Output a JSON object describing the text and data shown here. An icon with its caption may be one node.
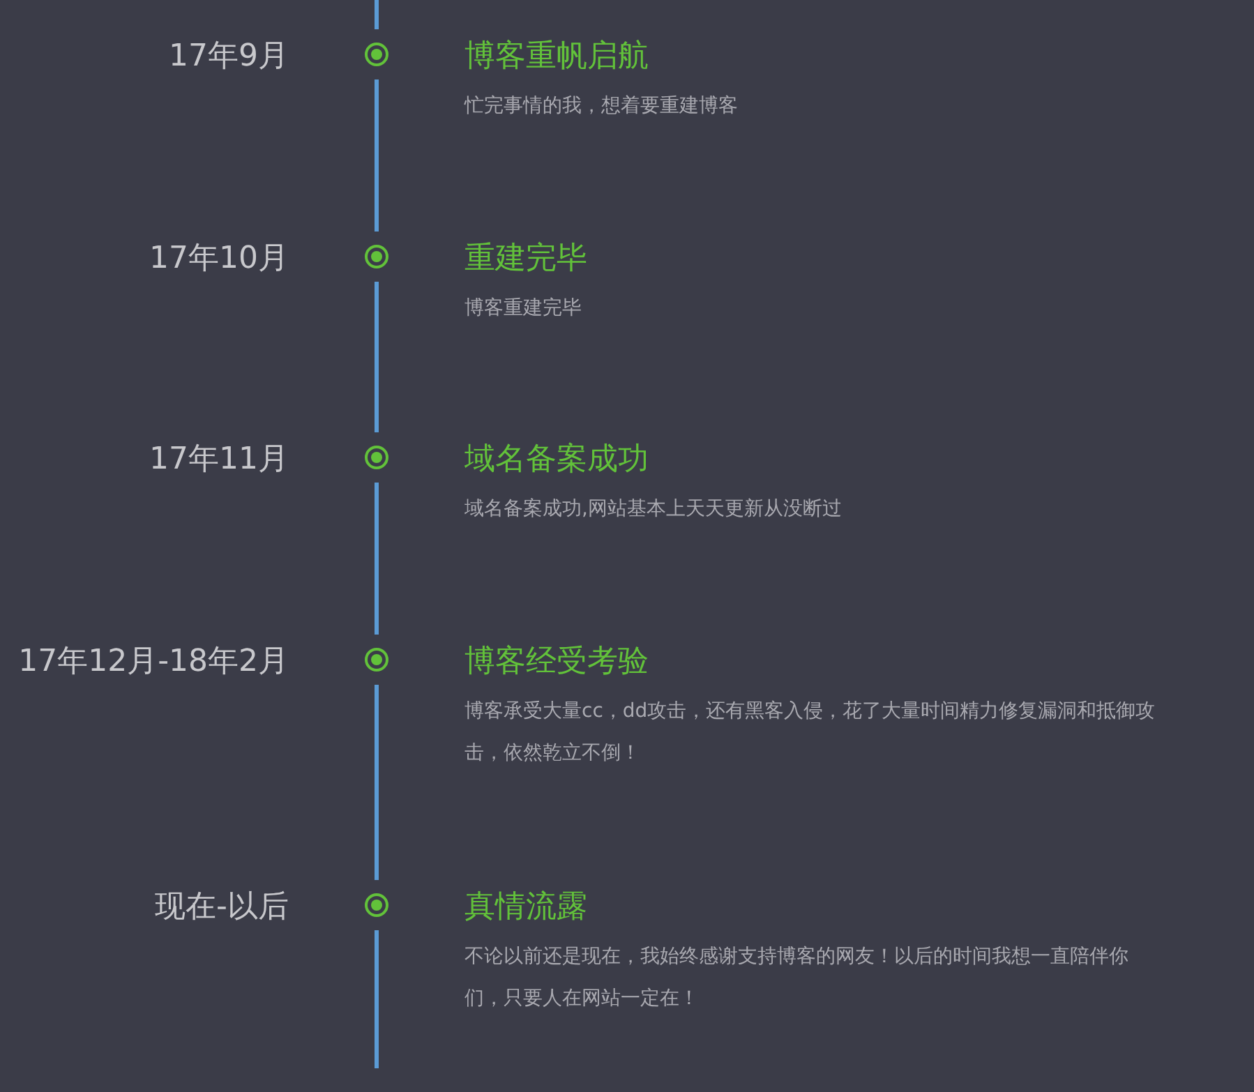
{
  "diagram": {
    "nodes": [
      {
        "text": [
          "博客重帆启航",
          "忙完事情的我，想着要重建博客"
        ],
        "beside": [
          "17年9月"
        ]
      },
      {
        "text": [
          "重建完毕",
          "博客重建完毕"
        ],
        "beside": [
          "17年10月"
        ]
      },
      {
        "text": [
          "域名备案成功",
          "域名备案成功,网站基本上天天更新从没断过"
        ],
        "beside": [
          "17年11月"
        ]
      },
      {
        "text": [
          "博客经受考验",
          "博客承受大量cc，dd攻击，还有黑客入侵，花了大量时间精力修复漏洞和抵御攻击，依然乾立不倒！"
        ],
        "beside": [
          "17年12月-18年2月"
        ]
      },
      {
        "text": [
          "真情流露",
          "不论以前还是现在，我始终感谢支持博客的网友！以后的时间我想一直陪伴你们，只要人在网站一定在！"
        ],
        "beside": [
          "现在-以后"
        ]
      }
    ],
    "edges": []
  }
}
